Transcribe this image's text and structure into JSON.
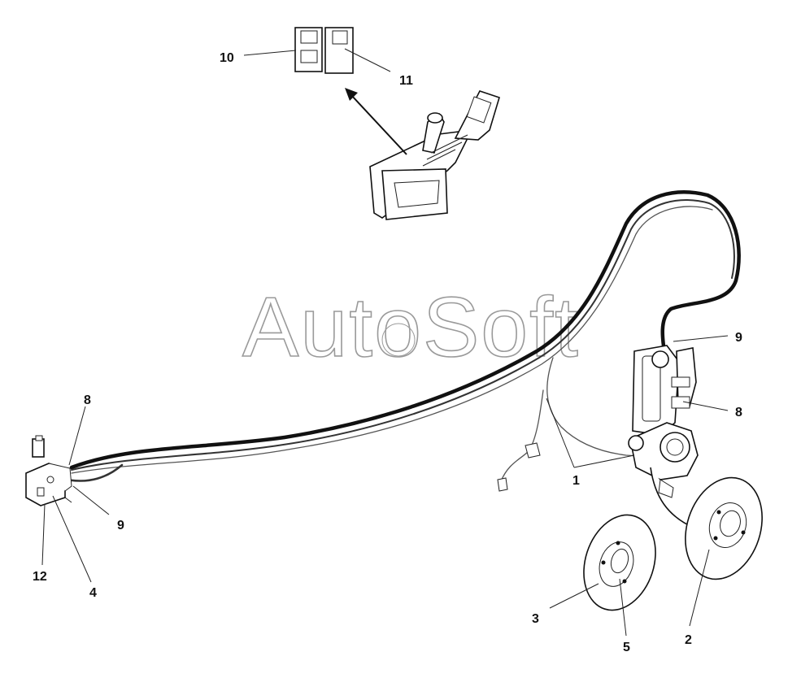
{
  "watermark": {
    "text": "AutoSoft"
  },
  "callouts": [
    "10",
    "11",
    "8",
    "9",
    "9",
    "8",
    "1",
    "12",
    "4",
    "3",
    "5",
    "2"
  ],
  "colors": {
    "ink": "#111111",
    "watermark": "#9a9a9a"
  }
}
